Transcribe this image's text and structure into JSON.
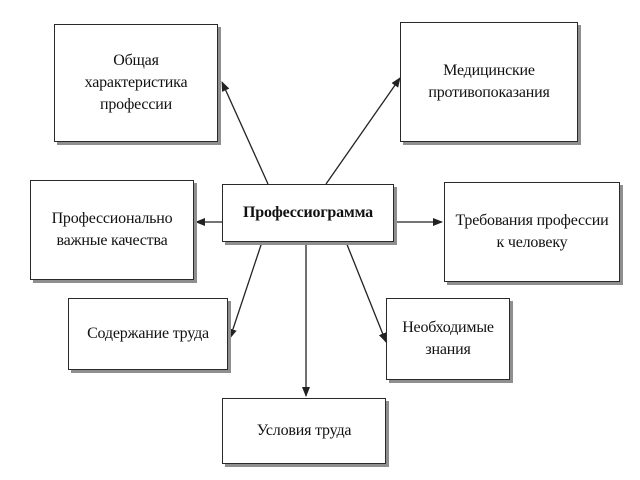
{
  "diagram": {
    "center": {
      "label": "Профессиограмма"
    },
    "nodes": {
      "general": {
        "label": "Общая\nхарактеристика\nпрофессии"
      },
      "medical": {
        "label": "Медицинские\nпротивопоказания"
      },
      "qualities": {
        "label": "Профессионально\nважные качества"
      },
      "requirements": {
        "label": "Требования профессии\nк человеку"
      },
      "content": {
        "label": "Содержание труда"
      },
      "knowledge": {
        "label": "Необходимые\nзнания"
      },
      "conditions": {
        "label": "Условия труда"
      }
    },
    "arrows": [
      {
        "from": "center",
        "to": "general"
      },
      {
        "from": "center",
        "to": "medical"
      },
      {
        "from": "center",
        "to": "qualities"
      },
      {
        "from": "center",
        "to": "requirements"
      },
      {
        "from": "center",
        "to": "content"
      },
      {
        "from": "center",
        "to": "knowledge"
      },
      {
        "from": "center",
        "to": "conditions"
      }
    ],
    "colors": {
      "border": "#2a2a2a",
      "shadow": "#8f8f8f",
      "arrow": "#222222",
      "background": "#ffffff"
    }
  }
}
